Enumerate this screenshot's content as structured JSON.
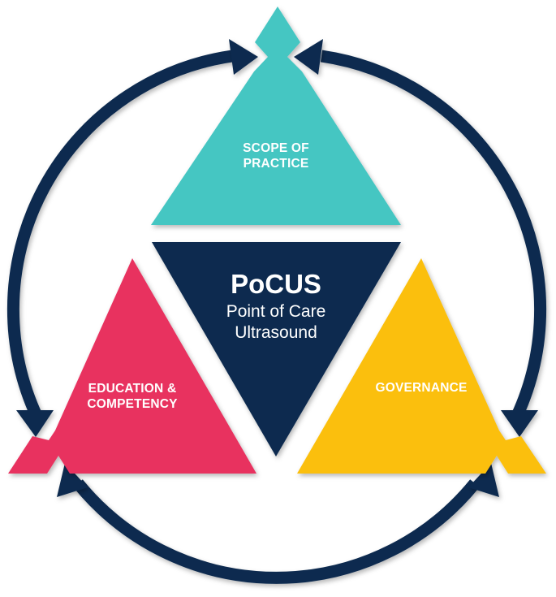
{
  "center": {
    "title": "PoCUS",
    "subtitle_line1": "Point of Care",
    "subtitle_line2": "Ultrasound"
  },
  "pillars": {
    "scope": {
      "line1": "SCOPE OF",
      "line2": "PRACTICE"
    },
    "education": {
      "line1": "EDUCATION &",
      "line2": "COMPETENCY"
    },
    "governance": {
      "line1": "GOVERNANCE"
    }
  },
  "colors": {
    "navy": "#0d2c4f",
    "teal": "#45c6c2",
    "pink": "#e8305f",
    "yellow": "#fbbf0c"
  },
  "icons": {
    "cycle": "arrow-cycle-icon"
  }
}
